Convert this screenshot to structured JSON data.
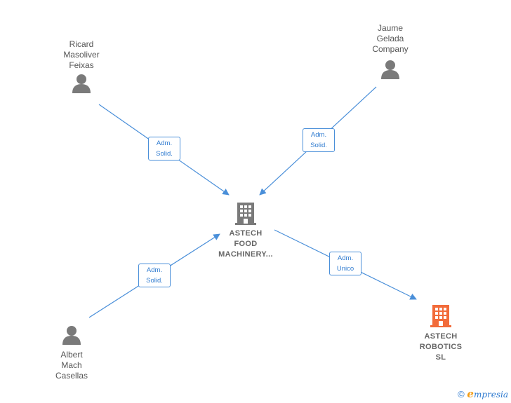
{
  "nodes": {
    "ricard": {
      "name": "Ricard\nMasoliver\nFeixas"
    },
    "jaume": {
      "name": "Jaume\nGelada\nCompany"
    },
    "albert": {
      "name": "Albert\nMach\nCasellas"
    },
    "astech_food": {
      "name": "ASTECH\nFOOD\nMACHINERY..."
    },
    "astech_robotics": {
      "name": "ASTECH\nROBOTICS\nSL"
    }
  },
  "edges": {
    "ricard_food": {
      "line1": "Adm.",
      "line2": "Solid."
    },
    "jaume_food": {
      "line1": "Adm.",
      "line2": "Solid."
    },
    "albert_food": {
      "line1": "Adm.",
      "line2": "Solid."
    },
    "food_robotics": {
      "line1": "Adm.",
      "line2": "Unico"
    }
  },
  "colors": {
    "edge": "#4a8fd9",
    "person": "#7a7a7a",
    "company": "#7a7a7a",
    "highlight_company": "#f26b3a"
  },
  "footer": {
    "copyright": "©",
    "brand_e": "e",
    "brand_rest": "mpresia"
  }
}
